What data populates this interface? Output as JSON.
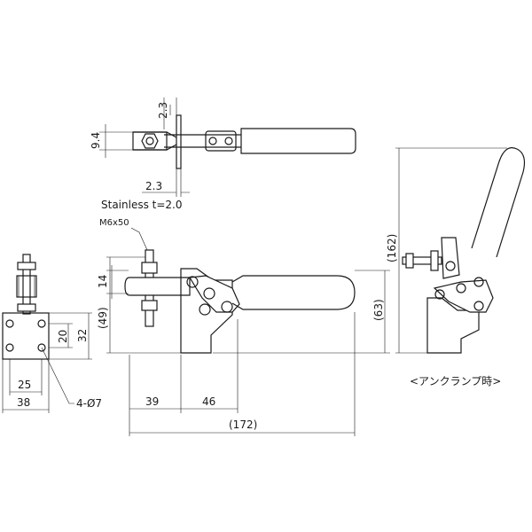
{
  "labels": {
    "dim_2_3_top": "2.3",
    "dim_9_4": "9.4",
    "dim_2_3_bottom": "2.3",
    "material_note": "Stainless t=2.0",
    "bolt_spec": "M6x50",
    "dim_14": "14",
    "dim_49": "(49)",
    "dim_63": "(63)",
    "dim_162": "(162)",
    "dim_20": "20",
    "dim_32": "32",
    "dim_25": "25",
    "dim_38": "38",
    "hole_spec": "4-Ø7",
    "dim_39": "39",
    "dim_46": "46",
    "dim_172": "(172)",
    "unclamp_note": "<アンクランプ時>"
  }
}
